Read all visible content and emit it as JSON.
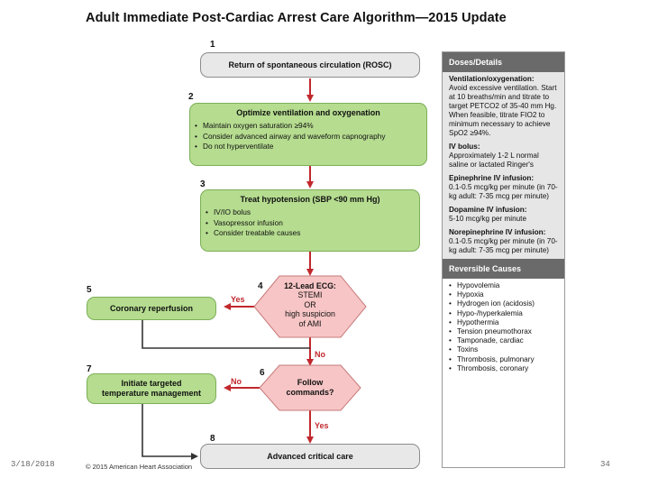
{
  "title": "Adult Immediate Post-Cardiac Arrest Care Algorithm—2015 Update",
  "steps": {
    "s1": {
      "num": "1",
      "text": "Return of spontaneous circulation (ROSC)"
    },
    "s2": {
      "num": "2",
      "title": "Optimize ventilation and oxygenation",
      "bullets": [
        "Maintain oxygen saturation ≥94%",
        "Consider advanced airway and waveform capnography",
        "Do not hyperventilate"
      ]
    },
    "s3": {
      "num": "3",
      "title": "Treat hypotension (SBP <90 mm Hg)",
      "bullets": [
        "IV/IO bolus",
        "Vasopressor infusion",
        "Consider treatable causes"
      ]
    },
    "s4": {
      "num": "4",
      "lines": [
        "12-Lead ECG:",
        "STEMI",
        "OR",
        "high suspicion",
        "of AMI"
      ]
    },
    "s5": {
      "num": "5",
      "text": "Coronary reperfusion"
    },
    "s6": {
      "num": "6",
      "lines": [
        "Follow",
        "commands?"
      ]
    },
    "s7": {
      "num": "7",
      "lines": [
        "Initiate targeted",
        "temperature management"
      ]
    },
    "s8": {
      "num": "8",
      "text": "Advanced critical care"
    }
  },
  "labels": {
    "yes1": "Yes",
    "no1": "No",
    "no2": "No",
    "yes2": "Yes"
  },
  "side": {
    "doses_header": "Doses/Details",
    "vent_h": "Ventilation/oxygenation:",
    "vent_t": "Avoid excessive ventilation. Start at 10 breaths/min and titrate to target PETCO2 of 35-40 mm Hg. When feasible, titrate FIO2 to minimum necessary to achieve SpO2 ≥94%.",
    "iv_h": "IV bolus:",
    "iv_t": "Approximately 1-2 L normal saline or lactated Ringer's",
    "epi_h": "Epinephrine IV infusion:",
    "epi_t": "0.1-0.5 mcg/kg per minute (in 70-kg adult: 7-35 mcg per minute)",
    "dopa_h": "Dopamine IV infusion:",
    "dopa_t": "5-10 mcg/kg per minute",
    "norepi_h": "Norepinephrine IV infusion:",
    "norepi_t": "0.1-0.5 mcg/kg per minute (in 70-kg adult: 7-35 mcg per minute)",
    "causes_header": "Reversible Causes",
    "causes": [
      "Hypovolemia",
      "Hypoxia",
      "Hydrogen ion (acidosis)",
      "Hypo-/hyperkalemia",
      "Hypothermia",
      "Tension pneumothorax",
      "Tamponade, cardiac",
      "Toxins",
      "Thrombosis, pulmonary",
      "Thrombosis, coronary"
    ]
  },
  "footer": {
    "date": "3/18/2018",
    "copyright": "© 2015 American Heart Association",
    "page": "34"
  },
  "colors": {
    "green": "#b5dc8f",
    "pink": "#f7c5c5",
    "grey": "#e8e8e8",
    "arrow": "#c0282d",
    "header": "#6a6a6a"
  }
}
